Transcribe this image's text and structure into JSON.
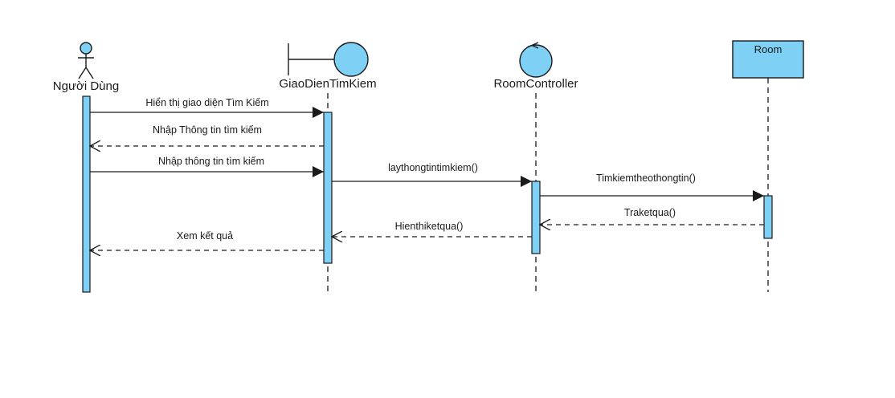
{
  "diagram": {
    "colors": {
      "fill": "#7fd0f5",
      "stroke": "#1a1a1a",
      "background": "#ffffff"
    },
    "participants": {
      "user": {
        "label": "Người Dùng",
        "kind": "actor"
      },
      "boundary": {
        "label": "GiaoDienTimKiem",
        "kind": "boundary"
      },
      "control": {
        "label": "RoomController",
        "kind": "control"
      },
      "entity": {
        "label": "Room",
        "kind": "entity"
      }
    },
    "messages": [
      {
        "from": "Người Dùng",
        "to": "GiaoDienTimKiem",
        "label": "Hiển thị giao diện Tìm Kiếm",
        "style": "sync"
      },
      {
        "from": "GiaoDienTimKiem",
        "to": "Người Dùng",
        "label": "Nhập Thông tin tìm kiếm",
        "style": "return"
      },
      {
        "from": "Người Dùng",
        "to": "GiaoDienTimKiem",
        "label": "Nhập thông tin tìm kiếm",
        "style": "sync"
      },
      {
        "from": "GiaoDienTimKiem",
        "to": "RoomController",
        "label": "laythongtintimkiem()",
        "style": "sync"
      },
      {
        "from": "RoomController",
        "to": "Room",
        "label": "Timkiemtheothongtin()",
        "style": "sync"
      },
      {
        "from": "Room",
        "to": "RoomController",
        "label": "Traketqua()",
        "style": "return"
      },
      {
        "from": "RoomController",
        "to": "GiaoDienTimKiem",
        "label": "Hienthiketqua()",
        "style": "return"
      },
      {
        "from": "GiaoDienTimKiem",
        "to": "Người Dùng",
        "label": "Xem kết quả",
        "style": "return"
      }
    ]
  }
}
